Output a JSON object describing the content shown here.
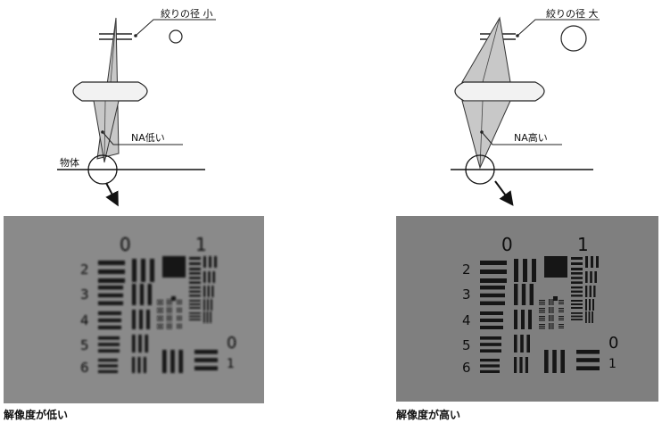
{
  "left": {
    "aperture_label": "絞りの径 小",
    "na_label": "NA低い",
    "object_label": "物体",
    "caption": "解像度が低い",
    "target_numbers": [
      "0",
      "1",
      "2",
      "3",
      "4",
      "5",
      "6",
      "0",
      "1"
    ]
  },
  "right": {
    "aperture_label": "絞りの径 大",
    "na_label": "NA高い",
    "caption": "解像度が高い",
    "target_numbers": [
      "0",
      "1",
      "2",
      "3",
      "4",
      "5",
      "6",
      "0",
      "1"
    ]
  },
  "colors": {
    "photo_left": "#8a8a8a",
    "photo_right": "#7f7f7f",
    "cone_fill": "#c8c8c8",
    "lens_fill": "#f2f2f2",
    "line": "#222222"
  }
}
